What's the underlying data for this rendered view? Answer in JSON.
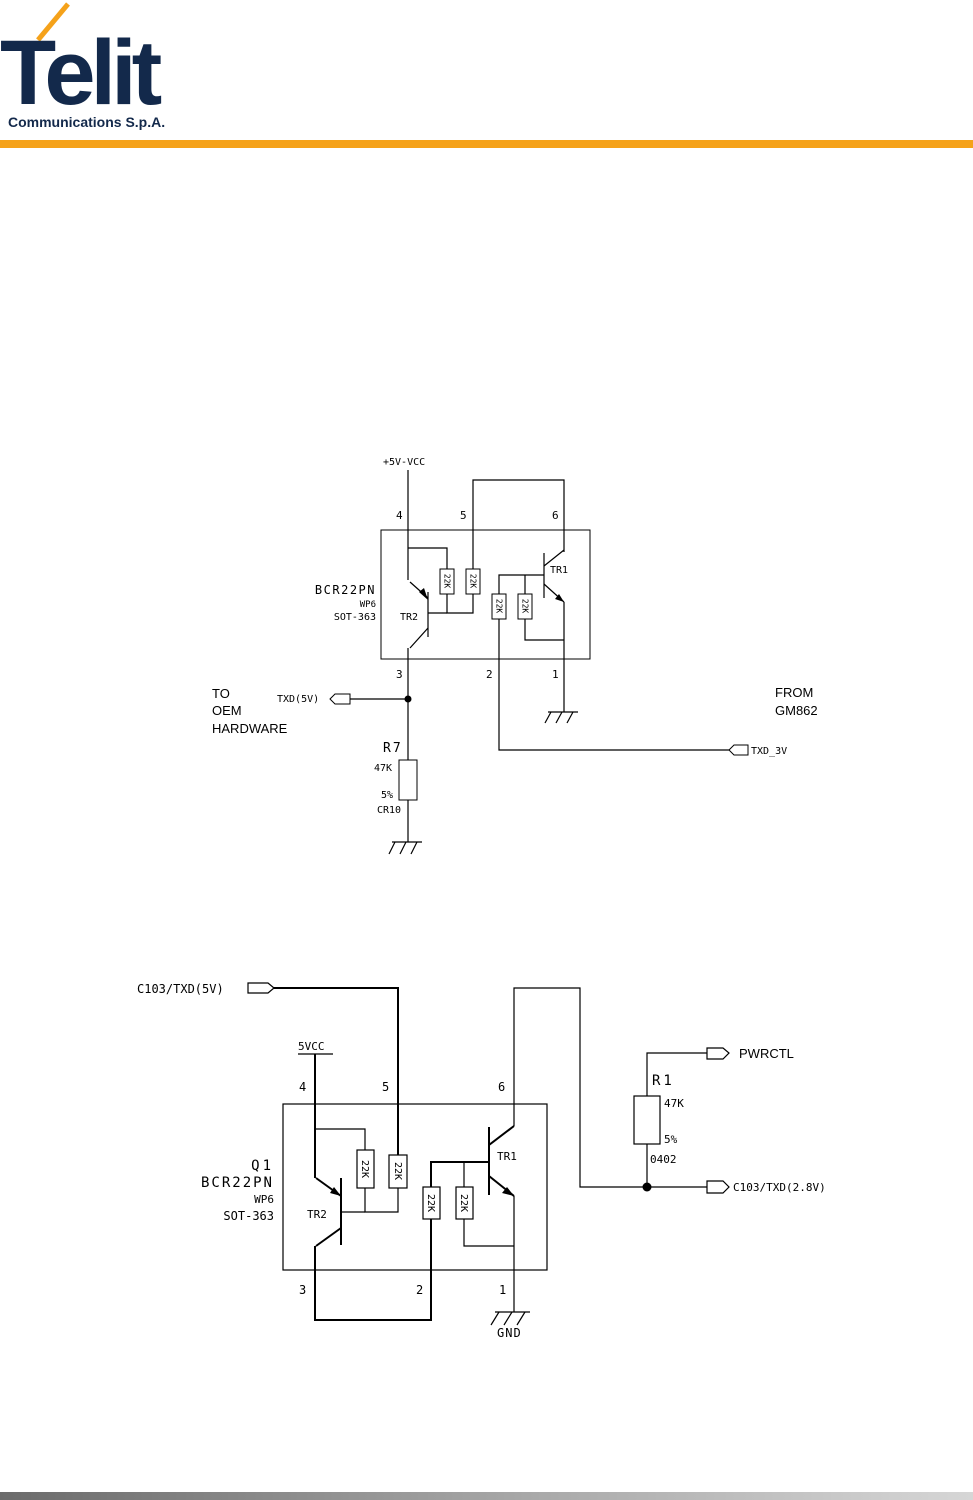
{
  "header": {
    "logo_word": "Telit",
    "logo_subtitle": "Communications S.p.A.",
    "colors": {
      "navy": "#13294b",
      "orange": "#f5a21a"
    }
  },
  "circuit1": {
    "supply": "+5V-VCC",
    "pins": {
      "p1": "1",
      "p2": "2",
      "p3": "3",
      "p4": "4",
      "p5": "5",
      "p6": "6"
    },
    "part": "BCR22PN",
    "package_code": "WP6",
    "package": "SOT-363",
    "tr1": "TR1",
    "tr2": "TR2",
    "resistor": "22K",
    "left_port": "TXD(5V)",
    "left_note": [
      "TO",
      "OEM",
      "HARDWARE"
    ],
    "right_note": [
      "FROM",
      "GM862"
    ],
    "right_port": "TXD_3V",
    "r7": {
      "ref": "R7",
      "value": "47K",
      "tolerance": "5%",
      "case": "CR10"
    }
  },
  "circuit2": {
    "top_port": "C103/TXD(5V)",
    "supply": "5VCC",
    "pins": {
      "p1": "1",
      "p2": "2",
      "p3": "3",
      "p4": "4",
      "p5": "5",
      "p6": "6"
    },
    "ref": "Q1",
    "part": "BCR22PN",
    "package_code": "WP6",
    "package": "SOT-363",
    "tr1": "TR1",
    "tr2": "TR2",
    "resistor": "22K",
    "gnd": "GND",
    "pwrctl": "PWRCTL",
    "r1": {
      "ref": "R1",
      "value": "47K",
      "tolerance": "5%",
      "case": "0402"
    },
    "out_port": "C103/TXD(2.8V)"
  }
}
